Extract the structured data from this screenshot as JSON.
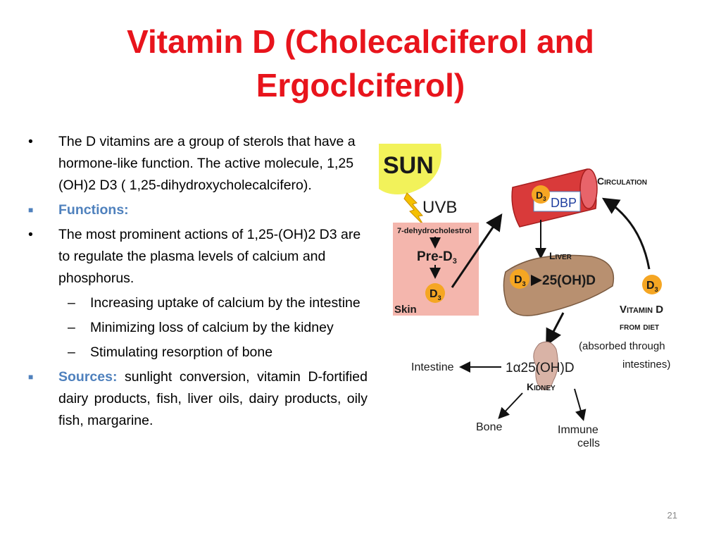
{
  "title": {
    "line1": "Vitamin D  (Cholecalciferol and",
    "line2": "Ergoclciferol)"
  },
  "bullets": {
    "intro": "The D vitamins are a group of sterols that have a hormone-like function. The active molecule, 1,25 (OH)2 D3 ( 1,25-dihydroxycholecalcifero).",
    "functions_label": "Functions:",
    "actions": "The most prominent actions of 1,25-(OH)2 D3 are to regulate the plasma levels of calcium and phosphorus.",
    "sub_items": [
      "Increasing uptake of calcium by the intestine",
      "Minimizing loss of calcium by the kidney",
      "Stimulating resorption of bone"
    ],
    "sources_label": "Sources:",
    "sources_text": " sunlight conversion, vitamin D-fortified dairy products, fish, liver oils, dairy products, oily fish, margarine."
  },
  "diagram": {
    "sun": "SUN",
    "uvb": "UVB",
    "dehydro": "7-dehydrocholestrol",
    "pre_d": "Pre-D",
    "d": "D",
    "three": "3",
    "skin": "Skin",
    "circulation": "Circulation",
    "dbp": "DBP",
    "liver": "Liver",
    "ohd": "25(OH)D",
    "vitd_diet_1": "Vitamin D",
    "vitd_diet_2": "from diet",
    "absorbed_1": "(absorbed through",
    "absorbed_2": "intestines)",
    "intestine": "Intestine",
    "kidney_metab": "1α25(OH)D",
    "kidney": "Kidney",
    "bone": "Bone",
    "immune_1": "Immune",
    "immune_2": "cells"
  },
  "colors": {
    "title": "#e8141c",
    "bullet_accent": "#4f81bd",
    "sun": "#f2f25a",
    "skin_box": "#f4b6ad",
    "d3_badge": "#f5a623",
    "liver": "#b89070",
    "kidney": "#d9b3a6",
    "vessel": "#d93a3a"
  },
  "page_number": "21"
}
